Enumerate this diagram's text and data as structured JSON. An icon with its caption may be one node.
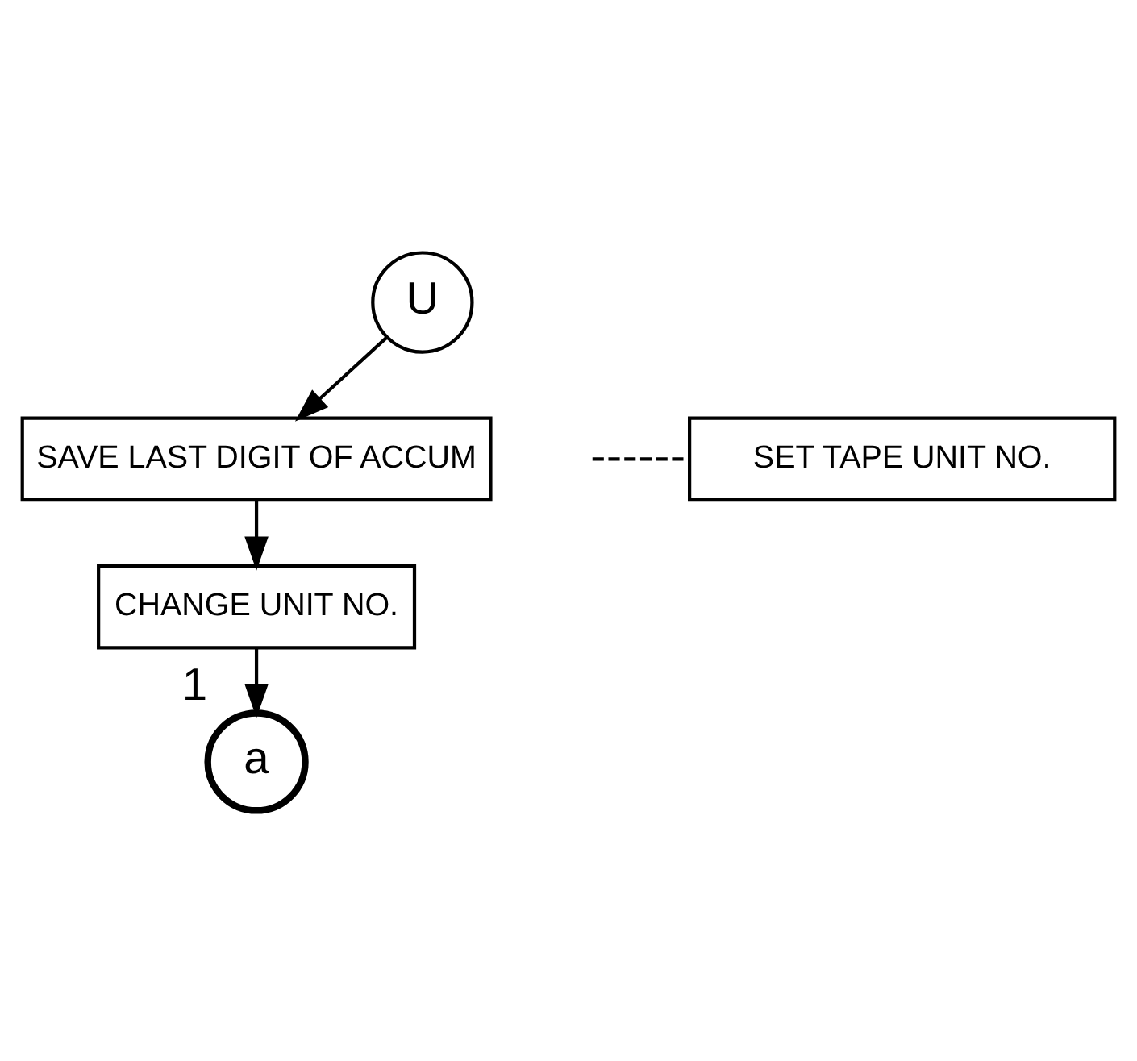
{
  "diagram": {
    "nodes": [
      {
        "text": [
          "U"
        ]
      },
      {
        "text": [
          "SET TAPE UNIT NO."
        ]
      },
      {
        "text": [
          "SAVE LAST DIGIT OF ACCUM"
        ]
      },
      {
        "text": [
          "CHANGE UNIT NO."
        ]
      },
      {
        "text": [
          "a"
        ],
        "beside": [
          "1"
        ]
      }
    ],
    "edges": [
      {
        "from": 0,
        "to": 2,
        "arrow": "to"
      },
      {
        "from": null,
        "to": 1,
        "arrow": "none",
        "style": "dashed"
      },
      {
        "from": 2,
        "to": 3,
        "arrow": "to"
      },
      {
        "from": 3,
        "to": 4,
        "arrow": "to"
      }
    ]
  }
}
